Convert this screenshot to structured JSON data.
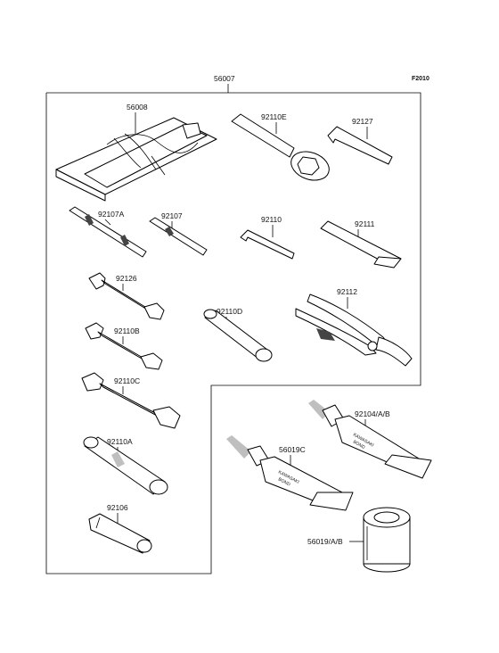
{
  "figure_code": "F2010",
  "labels": {
    "kit": "56007",
    "bag": "56008",
    "ring_wrench": "92110E",
    "hex_large": "92127",
    "screwdriver_a": "92107A",
    "screwdriver": "92107",
    "hex_small": "92110",
    "extension": "92111",
    "wrench_92126": "92126",
    "wrench_92110B": "92110B",
    "wrench_92110C": "92110C",
    "socket_92110D": "92110D",
    "pliers": "92112",
    "spark_wrench": "92110A",
    "handle": "92106",
    "bond_tube_1": "92104/A/B",
    "bond_tube_2": "56019C",
    "bond_can": "56019/A/B",
    "tube_brand": "KAWASAKI",
    "tube_type": "BOND"
  }
}
